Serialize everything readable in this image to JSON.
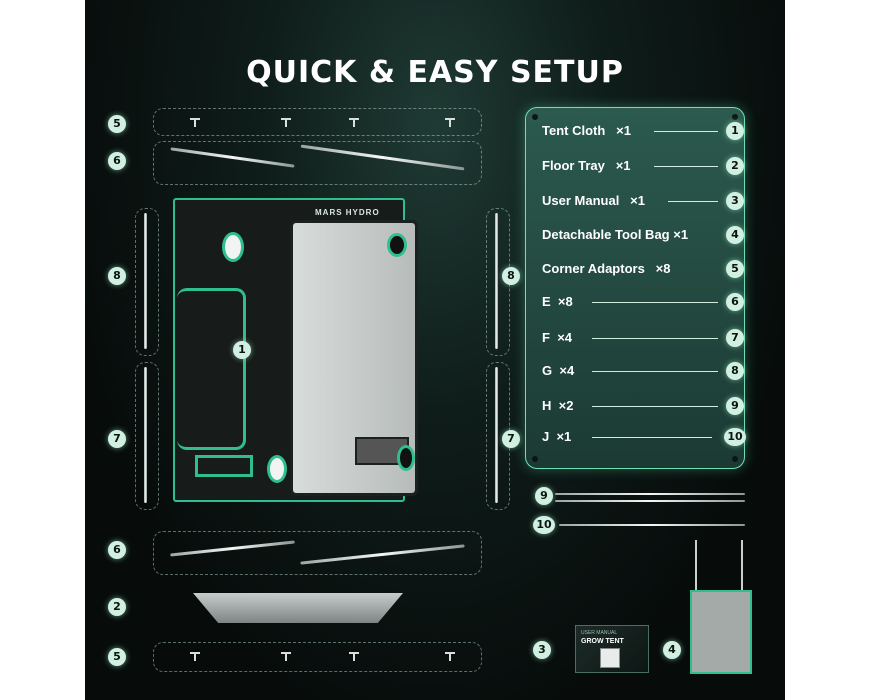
{
  "title": "QUICK & EASY SETUP",
  "brand": "MARS HYDRO",
  "parts": [
    {
      "label": "Tent Cloth",
      "qty": "×1",
      "num": "1"
    },
    {
      "label": "Floor Tray",
      "qty": "×1",
      "num": "2"
    },
    {
      "label": "User Manual",
      "qty": "×1",
      "num": "3"
    },
    {
      "label": "Detachable Tool Bag",
      "qty": "×1",
      "num": "4"
    },
    {
      "label": "Corner Adaptors",
      "qty": "×8",
      "num": "5"
    },
    {
      "label": "E",
      "qty": "×8",
      "num": "6"
    },
    {
      "label": "F",
      "qty": "×4",
      "num": "7"
    },
    {
      "label": "G",
      "qty": "×4",
      "num": "8"
    },
    {
      "label": "H",
      "qty": "×2",
      "num": "9"
    },
    {
      "label": "J",
      "qty": "×1",
      "num": "10"
    }
  ],
  "markers": {
    "five": "5",
    "six": "6",
    "seven": "7",
    "eight": "8",
    "one": "1",
    "two": "2",
    "three": "3",
    "four": "4",
    "nine": "9",
    "ten": "10"
  },
  "manual_box": {
    "line1": "USER MANUAL",
    "line2": "GROW TENT"
  },
  "colors": {
    "accent": "#2fbf8f",
    "badge": "#d2f0e2",
    "background": "#0b1513"
  }
}
